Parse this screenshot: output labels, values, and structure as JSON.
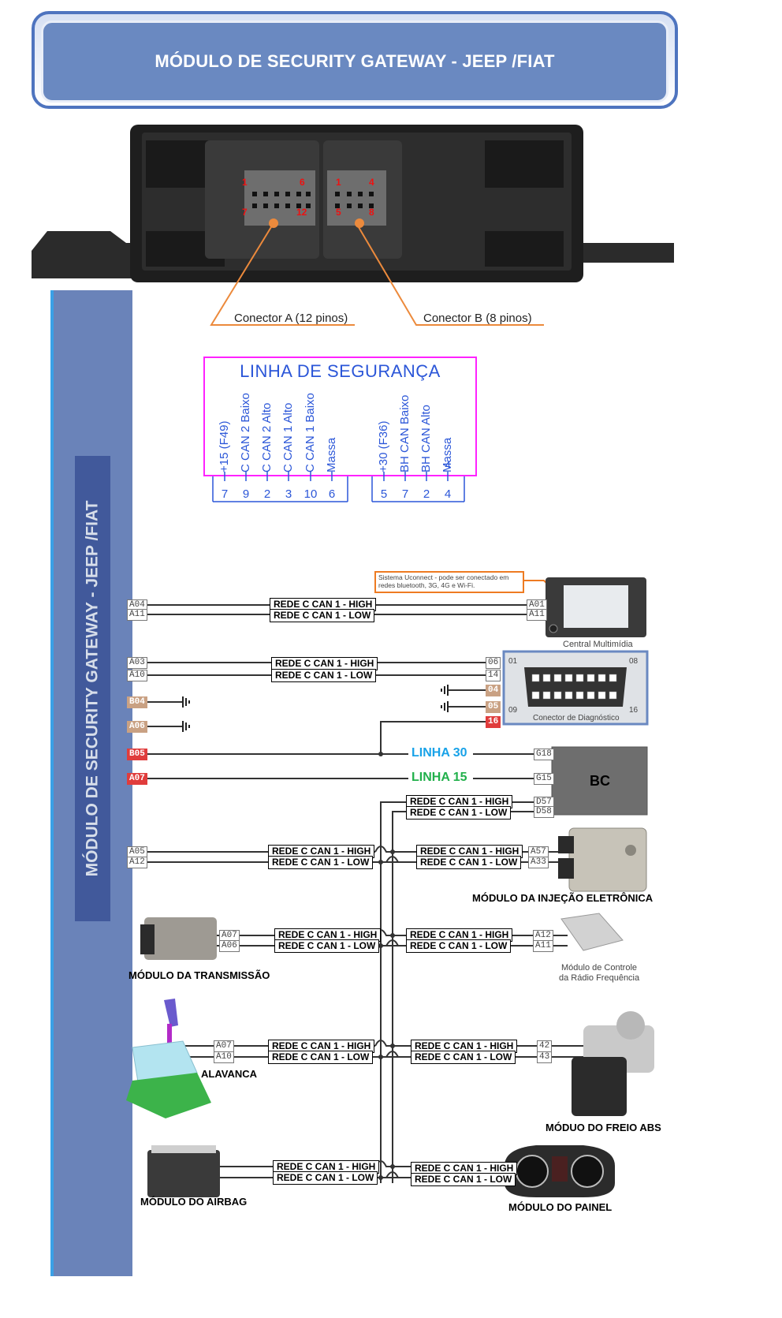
{
  "title": "MÓDULO DE SECURITY GATEWAY - JEEP /FIAT",
  "sidebar_title": "MÓDULO DE SECURITY GATEWAY - JEEP /FIAT",
  "connector_a": {
    "label": "Conector A (12 pinos)",
    "pins_top": [
      "1",
      "6"
    ],
    "pins_bottom": [
      "7",
      "12"
    ]
  },
  "connector_b": {
    "label": "Conector B (8 pinos)",
    "pins_top": [
      "1",
      "4"
    ],
    "pins_bottom": [
      "5",
      "8"
    ]
  },
  "safety_line": {
    "title": "LINHA DE SEGURANÇA",
    "group_a": [
      {
        "label": "+15 (F49)",
        "pin": "7"
      },
      {
        "label": "C CAN 2 Baixo",
        "pin": "9"
      },
      {
        "label": "C CAN 2 Alto",
        "pin": "2"
      },
      {
        "label": "C CAN 1 Alto",
        "pin": "3"
      },
      {
        "label": "C CAN 1 Baixo",
        "pin": "10"
      },
      {
        "label": "Massa",
        "pin": "6"
      }
    ],
    "group_b": [
      {
        "label": "+30 (F36)",
        "pin": "5"
      },
      {
        "label": "BH CAN Baixo",
        "pin": "7"
      },
      {
        "label": "BH CAN Alto",
        "pin": "2"
      },
      {
        "label": "Massa",
        "pin": "4",
        "extra": "4"
      }
    ]
  },
  "can_high": "REDE C CAN 1 - HIGH",
  "can_low": "REDE C CAN 1 - LOW",
  "callout": "Sistema Uconnect - pode ser conectado em redes bluetooth, 3G, 4G e Wi-Fi.",
  "multimedia": {
    "name": "Central Multimídia",
    "gw_pins": [
      "A04",
      "A11"
    ],
    "dev_pins": [
      "A01",
      "A11"
    ]
  },
  "diagnostic": {
    "name": "Conector de Diagnóstico",
    "gw_pins": [
      "A03",
      "A10"
    ],
    "dev_pins": [
      "06",
      "14"
    ],
    "ground_pins": [
      "04",
      "05"
    ],
    "power_pin": "16",
    "corner_labels": [
      "01",
      "08",
      "09",
      "16"
    ]
  },
  "grounds": [
    "B04",
    "A06"
  ],
  "power_lines": [
    {
      "gw_pin": "B05",
      "label": "LINHA 30",
      "bc_pin": "G18",
      "color": "#18a2e8"
    },
    {
      "gw_pin": "A07",
      "label": "LINHA 15",
      "bc_pin": "G15",
      "color": "#21b04b"
    }
  ],
  "bc": {
    "name": "BC",
    "pins": [
      "D57",
      "D58"
    ]
  },
  "injection": {
    "name": "MÓDULO DA INJEÇÃO ELETRÔNICA",
    "gw_pins": [
      "A05",
      "A12"
    ],
    "dev_pins": [
      "A57",
      "A33"
    ]
  },
  "transmission": {
    "name": "MÓDULO DA TRANSMISSÃO",
    "pins": [
      "A07",
      "A06"
    ]
  },
  "rf_module": {
    "name_line1": "Módulo de Controle",
    "name_line2": "da Rádio Frequência",
    "pins": [
      "A12",
      "A11"
    ]
  },
  "lever": {
    "name": "ALAVANCA",
    "pins": [
      "A07",
      "A10"
    ]
  },
  "abs": {
    "name": "MÓDUO DO FREIO ABS",
    "pins": [
      "42",
      "43"
    ]
  },
  "airbag": {
    "name": "MÓDULO DO AIRBAG"
  },
  "panel": {
    "name": "MÓDULO DO PAINEL"
  }
}
